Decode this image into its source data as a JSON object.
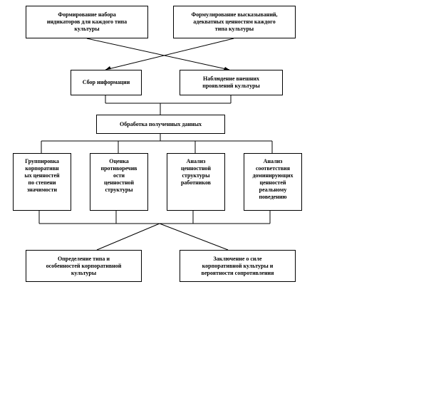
{
  "nodes": {
    "n1": {
      "label": "Формирование набора\nиндикаторов для каждого типа\nкультуры"
    },
    "n2": {
      "label": "Формулирование высказываний,\nадекватных ценностям каждого\nтипа культуры"
    },
    "n3": {
      "label": "Сбор информации"
    },
    "n4": {
      "label": "Наблюдение внешних\nпроявлений культуры"
    },
    "n5": {
      "label": "Обработка полученных данных"
    },
    "n6": {
      "label": "Группировка\nкорпоративн\nых ценностей\nпо степени\nзначимости"
    },
    "n7": {
      "label": "Оценка\nпротиворечив\nости\nценностной\nструктуры"
    },
    "n8": {
      "label": "Анализ\nценностной\nструктуры\nработников"
    },
    "n9": {
      "label": "Анализ\nсоответствия\nдоминирующих\nценностей\nреальному\nповедению"
    },
    "n10": {
      "label": "Определение типа и\nособенностей корпоративной\nкультуры"
    },
    "n11": {
      "label": "Заключение о силе\nкорпоративной культуры и\nвероятности сопротивления"
    }
  }
}
